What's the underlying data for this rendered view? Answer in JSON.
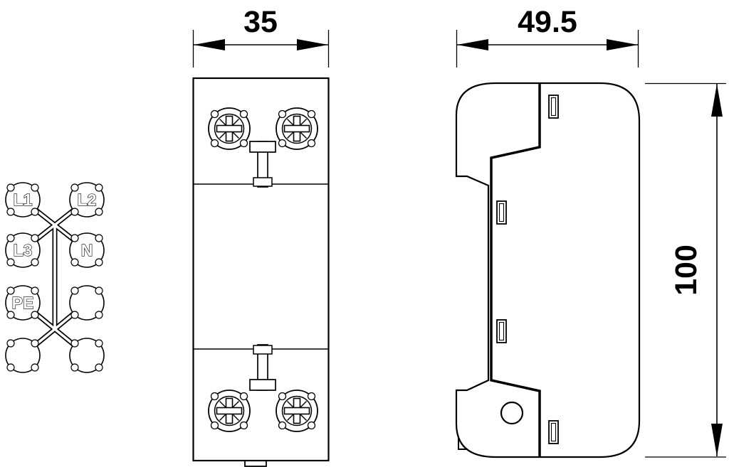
{
  "drawing": {
    "background_color": "#ffffff",
    "line_color": "#000000",
    "terminal_layout": {
      "labels": [
        "L1",
        "L2",
        "L3",
        "N",
        "PE"
      ]
    },
    "front_view": {
      "width_dimension": "35"
    },
    "side_view": {
      "depth_dimension": "49.5",
      "height_dimension": "100"
    }
  }
}
